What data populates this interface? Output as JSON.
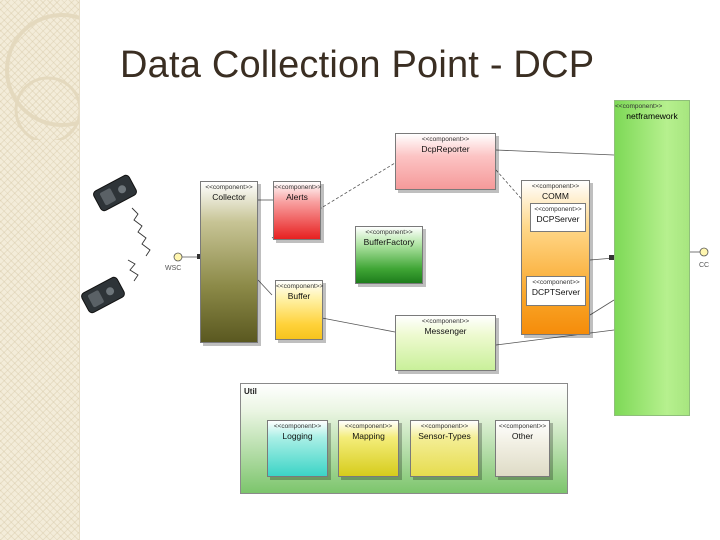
{
  "slide": {
    "title": "Data Collection Point - DCP"
  },
  "diagram": {
    "stereotype": "<<component>>",
    "components": {
      "collector": "Collector",
      "alerts": "Alerts",
      "dcp_reporter": "DcpReporter",
      "buffer_factory": "BufferFactory",
      "buffer": "Buffer",
      "messenger": "Messenger",
      "comm": "COMM",
      "dcp_server": "DCPServer",
      "dcpt_server": "DCPTServer",
      "net_framework": "netframework"
    },
    "util": {
      "label": "Util",
      "components": {
        "logging": "Logging",
        "mapping": "Mapping",
        "sensor_types": "Sensor-Types",
        "other": "Other"
      }
    },
    "ports": {
      "left": "WSC",
      "right": "CC"
    },
    "icons": [
      "sensor-device-icon",
      "wireless-signal-icon",
      "interface-lollipop-icon"
    ]
  }
}
